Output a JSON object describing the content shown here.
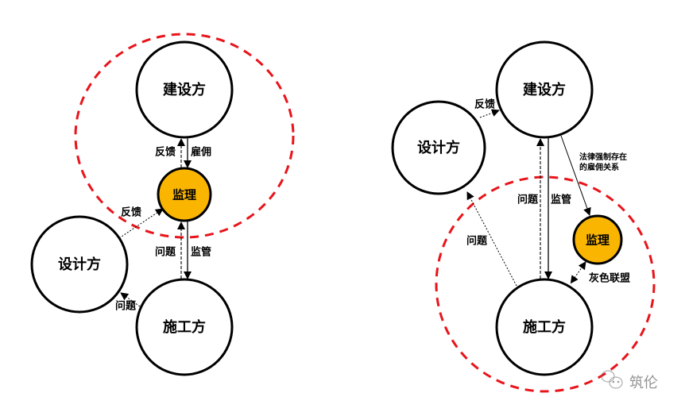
{
  "left_diagram": {
    "nodes": {
      "owner": "建设方",
      "supervisor": "监理",
      "contractor": "施工方",
      "designer": "设计方"
    },
    "labels": {
      "feedback_top": "反馈",
      "employ": "雇佣",
      "problem_mid": "问题",
      "supervise": "监管",
      "feedback_designer": "反馈",
      "problem_designer": "问题"
    }
  },
  "right_diagram": {
    "nodes": {
      "owner": "建设方",
      "supervisor": "监理",
      "contractor": "施工方",
      "designer": "设计方"
    },
    "labels": {
      "feedback": "反馈",
      "problem_mid": "问题",
      "supervise": "监管",
      "problem_designer": "问题",
      "grey_alliance": "灰色联盟",
      "legal_line1": "法律强制存在",
      "legal_line2": "的雇佣关系"
    }
  },
  "watermark": "筑伦",
  "colors": {
    "ring": "#E8141B",
    "supervisor": "#F9B500"
  }
}
